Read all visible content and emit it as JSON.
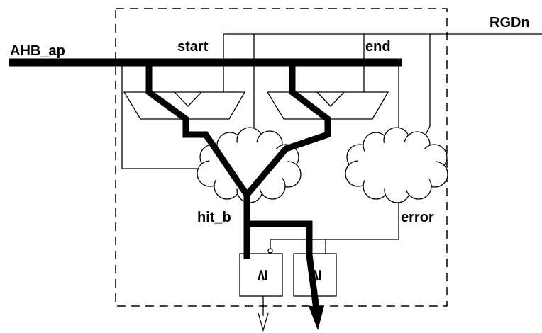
{
  "labels": {
    "bus": "AHB_ap",
    "rgd": "RGDn",
    "start": "start",
    "end": "end",
    "hit": "hit_b",
    "error": "error"
  },
  "comparator_symbol": "≥",
  "icons": {
    "subtractor": "trapezoid-subtractor",
    "logic": "cloud-logic",
    "comparator": "comparator-box",
    "output": "arrowhead"
  }
}
